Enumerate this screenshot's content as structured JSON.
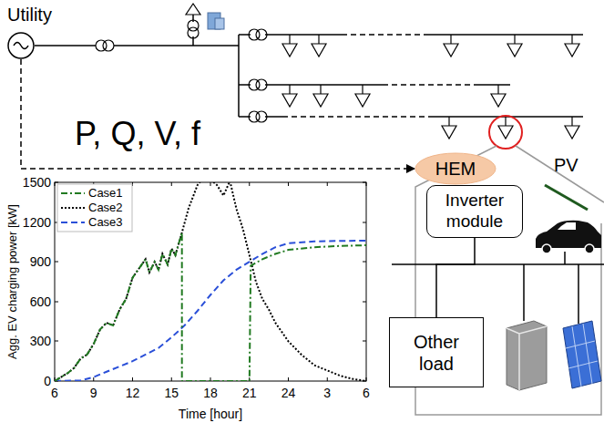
{
  "diagram": {
    "nodes": [
      {
        "text": [
          "Utility"
        ]
      },
      {
        "text": [
          "HEM"
        ]
      },
      {
        "text": [
          "Inverter module"
        ]
      },
      {
        "text": [
          "Other load"
        ]
      }
    ],
    "edges": [
      {
        "from": 0,
        "to": 1,
        "arrow": "to",
        "label": "P, Q, V, f"
      },
      {
        "from": 2,
        "to": 3,
        "arrow": "none"
      }
    ],
    "labels": [
      "PV",
      "Agg. EV charging power [kW]",
      "Time [hour]",
      "0",
      "300",
      "600",
      "900",
      "1200",
      "1500",
      "6",
      "9",
      "12",
      "15",
      "18",
      "21",
      "24",
      "3",
      "6"
    ],
    "legend": [
      {
        "text": "Case1"
      },
      {
        "text": "Case2"
      },
      {
        "text": "Case3"
      }
    ]
  }
}
